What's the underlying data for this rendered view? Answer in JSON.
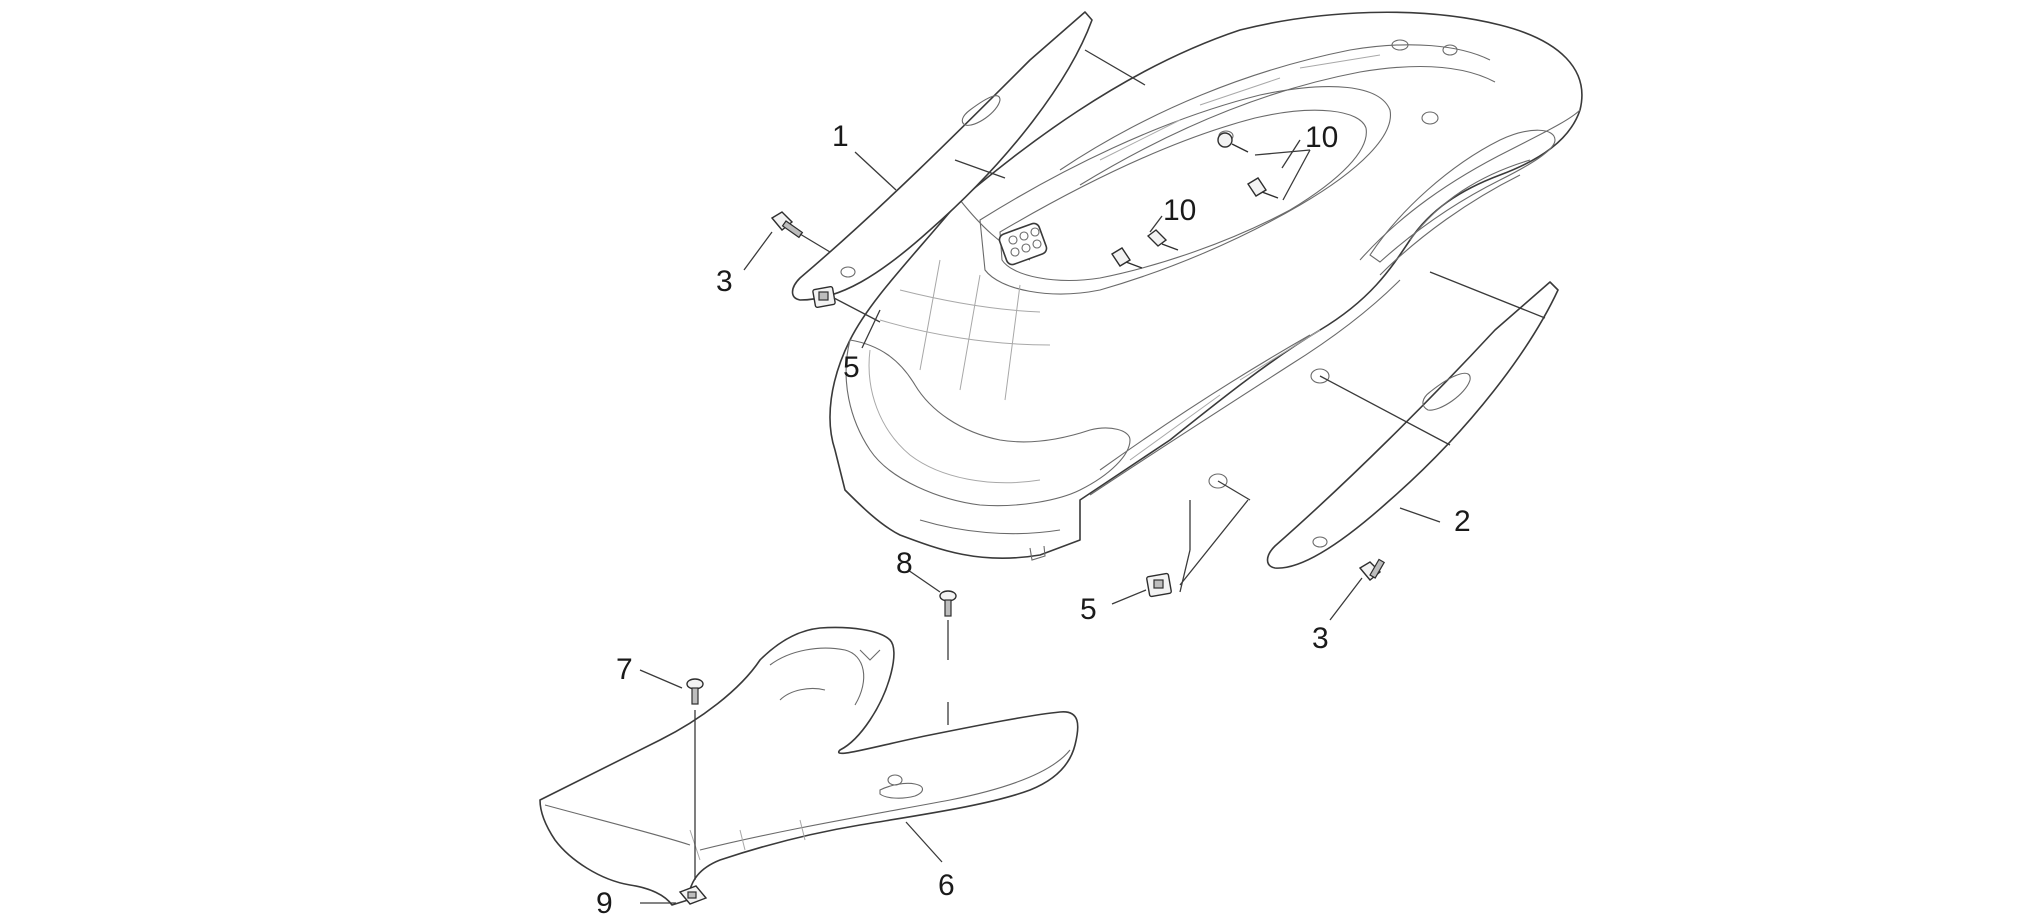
{
  "callouts": [
    {
      "id": "label-1a",
      "text": "1"
    },
    {
      "id": "label-2",
      "text": "2"
    },
    {
      "id": "label-3a",
      "text": "3"
    },
    {
      "id": "label-3b",
      "text": "3"
    },
    {
      "id": "label-5a",
      "text": "5"
    },
    {
      "id": "label-5b",
      "text": "5"
    },
    {
      "id": "label-6",
      "text": "6"
    },
    {
      "id": "label-7",
      "text": "7"
    },
    {
      "id": "label-8",
      "text": "8"
    },
    {
      "id": "label-9",
      "text": "9"
    },
    {
      "id": "label-10a",
      "text": "10"
    },
    {
      "id": "label-10b",
      "text": "10"
    }
  ],
  "colors": {
    "line": "#3a3a3a",
    "background": "#ffffff"
  }
}
